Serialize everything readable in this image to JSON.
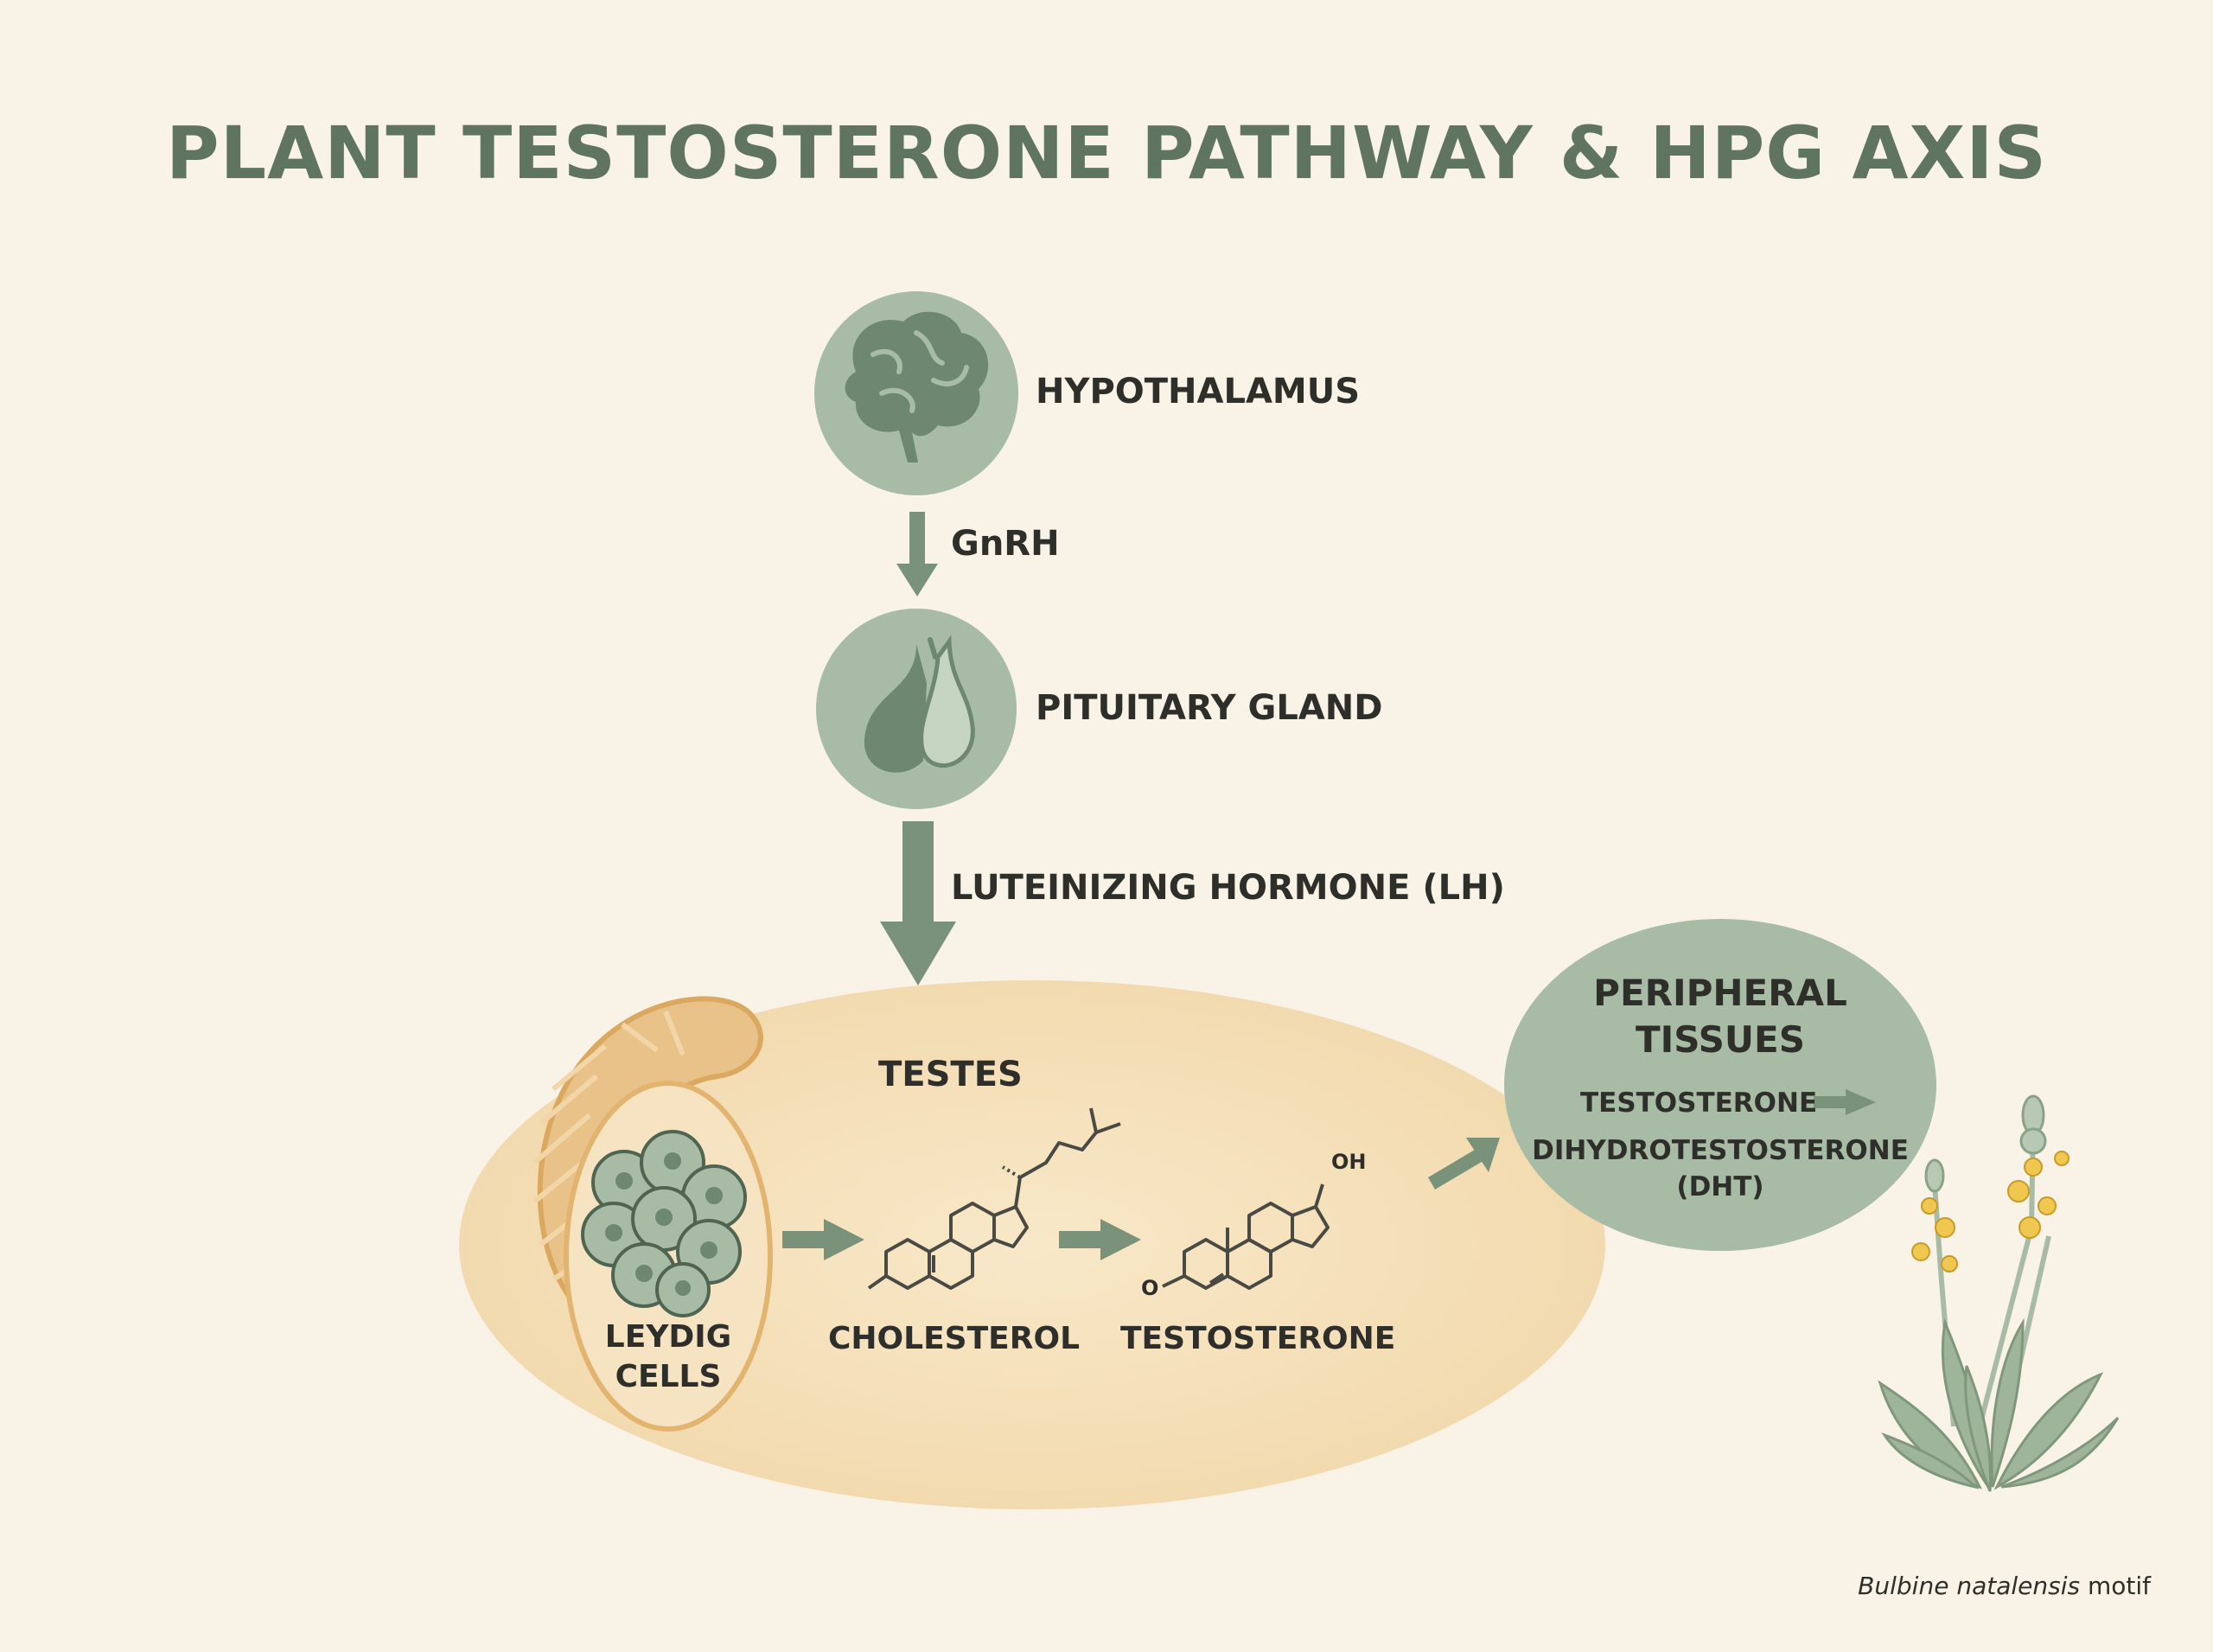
{
  "title": "PLANT TESTOSTERONE PATHWAY & HPG AXIS",
  "nodes": {
    "hypothalamus": {
      "label": "HYPOTHALAMUS",
      "icon": "brain-icon"
    },
    "pituitary": {
      "label": "PITUITARY GLAND",
      "icon": "pituitary-icon"
    },
    "testes": {
      "label": "TESTES"
    },
    "leydig": {
      "label_line1": "LEYDIG",
      "label_line2": "CELLS",
      "icon": "leydig-cells-icon"
    },
    "cholesterol": {
      "label": "CHOLESTEROL",
      "icon": "cholesterol-structure-icon"
    },
    "testosterone": {
      "label": "TESTOSTERONE",
      "icon": "testosterone-structure-icon",
      "oh_label": "OH",
      "o_label": "O"
    },
    "peripheral": {
      "title_line1": "PERIPHERAL",
      "title_line2": "TISSUES",
      "from": "TESTOSTERONE",
      "to": "DIHYDROTESTOSTERONE",
      "to_abbr": "(DHT)"
    }
  },
  "edges": {
    "gnrh": "GnRH",
    "lh": "LUTEINIZING HORMONE (LH)"
  },
  "plant": {
    "caption_species": "Bulbine natalensis",
    "caption_suffix": " motif",
    "icon": "bulbine-plant-icon"
  },
  "colors": {
    "background": "#f8f3e6",
    "sage": "#a8bba5",
    "sage_dark": "#6e8770",
    "arrow": "#7a9279",
    "testes_fill": "#f4dfb8",
    "leydig_stroke": "#e3b46f",
    "title": "#5f7561"
  }
}
